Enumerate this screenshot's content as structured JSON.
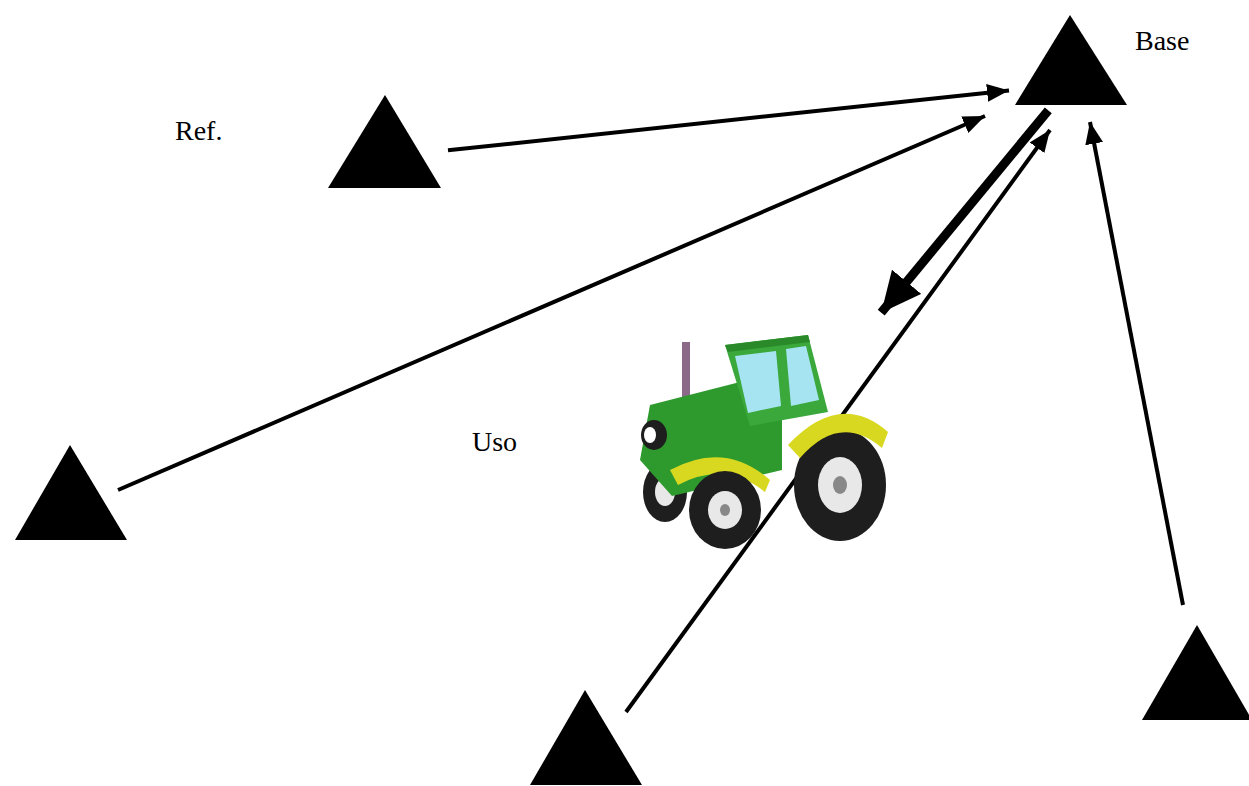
{
  "diagram": {
    "nodes": [
      {
        "text": [
          "Ref."
        ]
      },
      {
        "text": [
          "Base"
        ]
      },
      {
        "text": [
          "Uso"
        ]
      }
    ],
    "edges": [
      {
        "from": 0,
        "to": 1,
        "arrow": "to"
      },
      {
        "from": 1,
        "to": 2,
        "arrow": "to"
      }
    ]
  }
}
